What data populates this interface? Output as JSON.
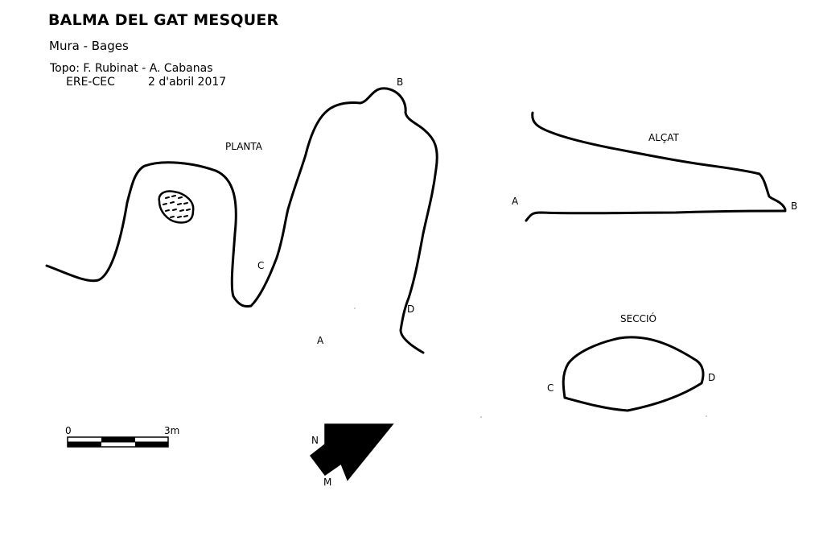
{
  "header": {
    "title": "BALMA DEL GAT MESQUER",
    "location": "Mura - Bages",
    "topo": "Topo: F. Rubinat - A. Cabanas",
    "group": "ERE-CEC",
    "date": "2 d'abril 2017"
  },
  "plan": {
    "label": "PLANTA",
    "points": {
      "a": "A",
      "b": "B",
      "c": "C",
      "d": "D"
    }
  },
  "elevation": {
    "label": "ALÇAT",
    "points": {
      "a": "A",
      "b": "B"
    }
  },
  "section": {
    "label": "SECCIÓ",
    "points": {
      "c": "C",
      "d": "D"
    }
  },
  "scale_bar": {
    "start": "0",
    "end": "3m"
  },
  "north_arrow": {
    "n_label": "N",
    "m_label": "M"
  }
}
